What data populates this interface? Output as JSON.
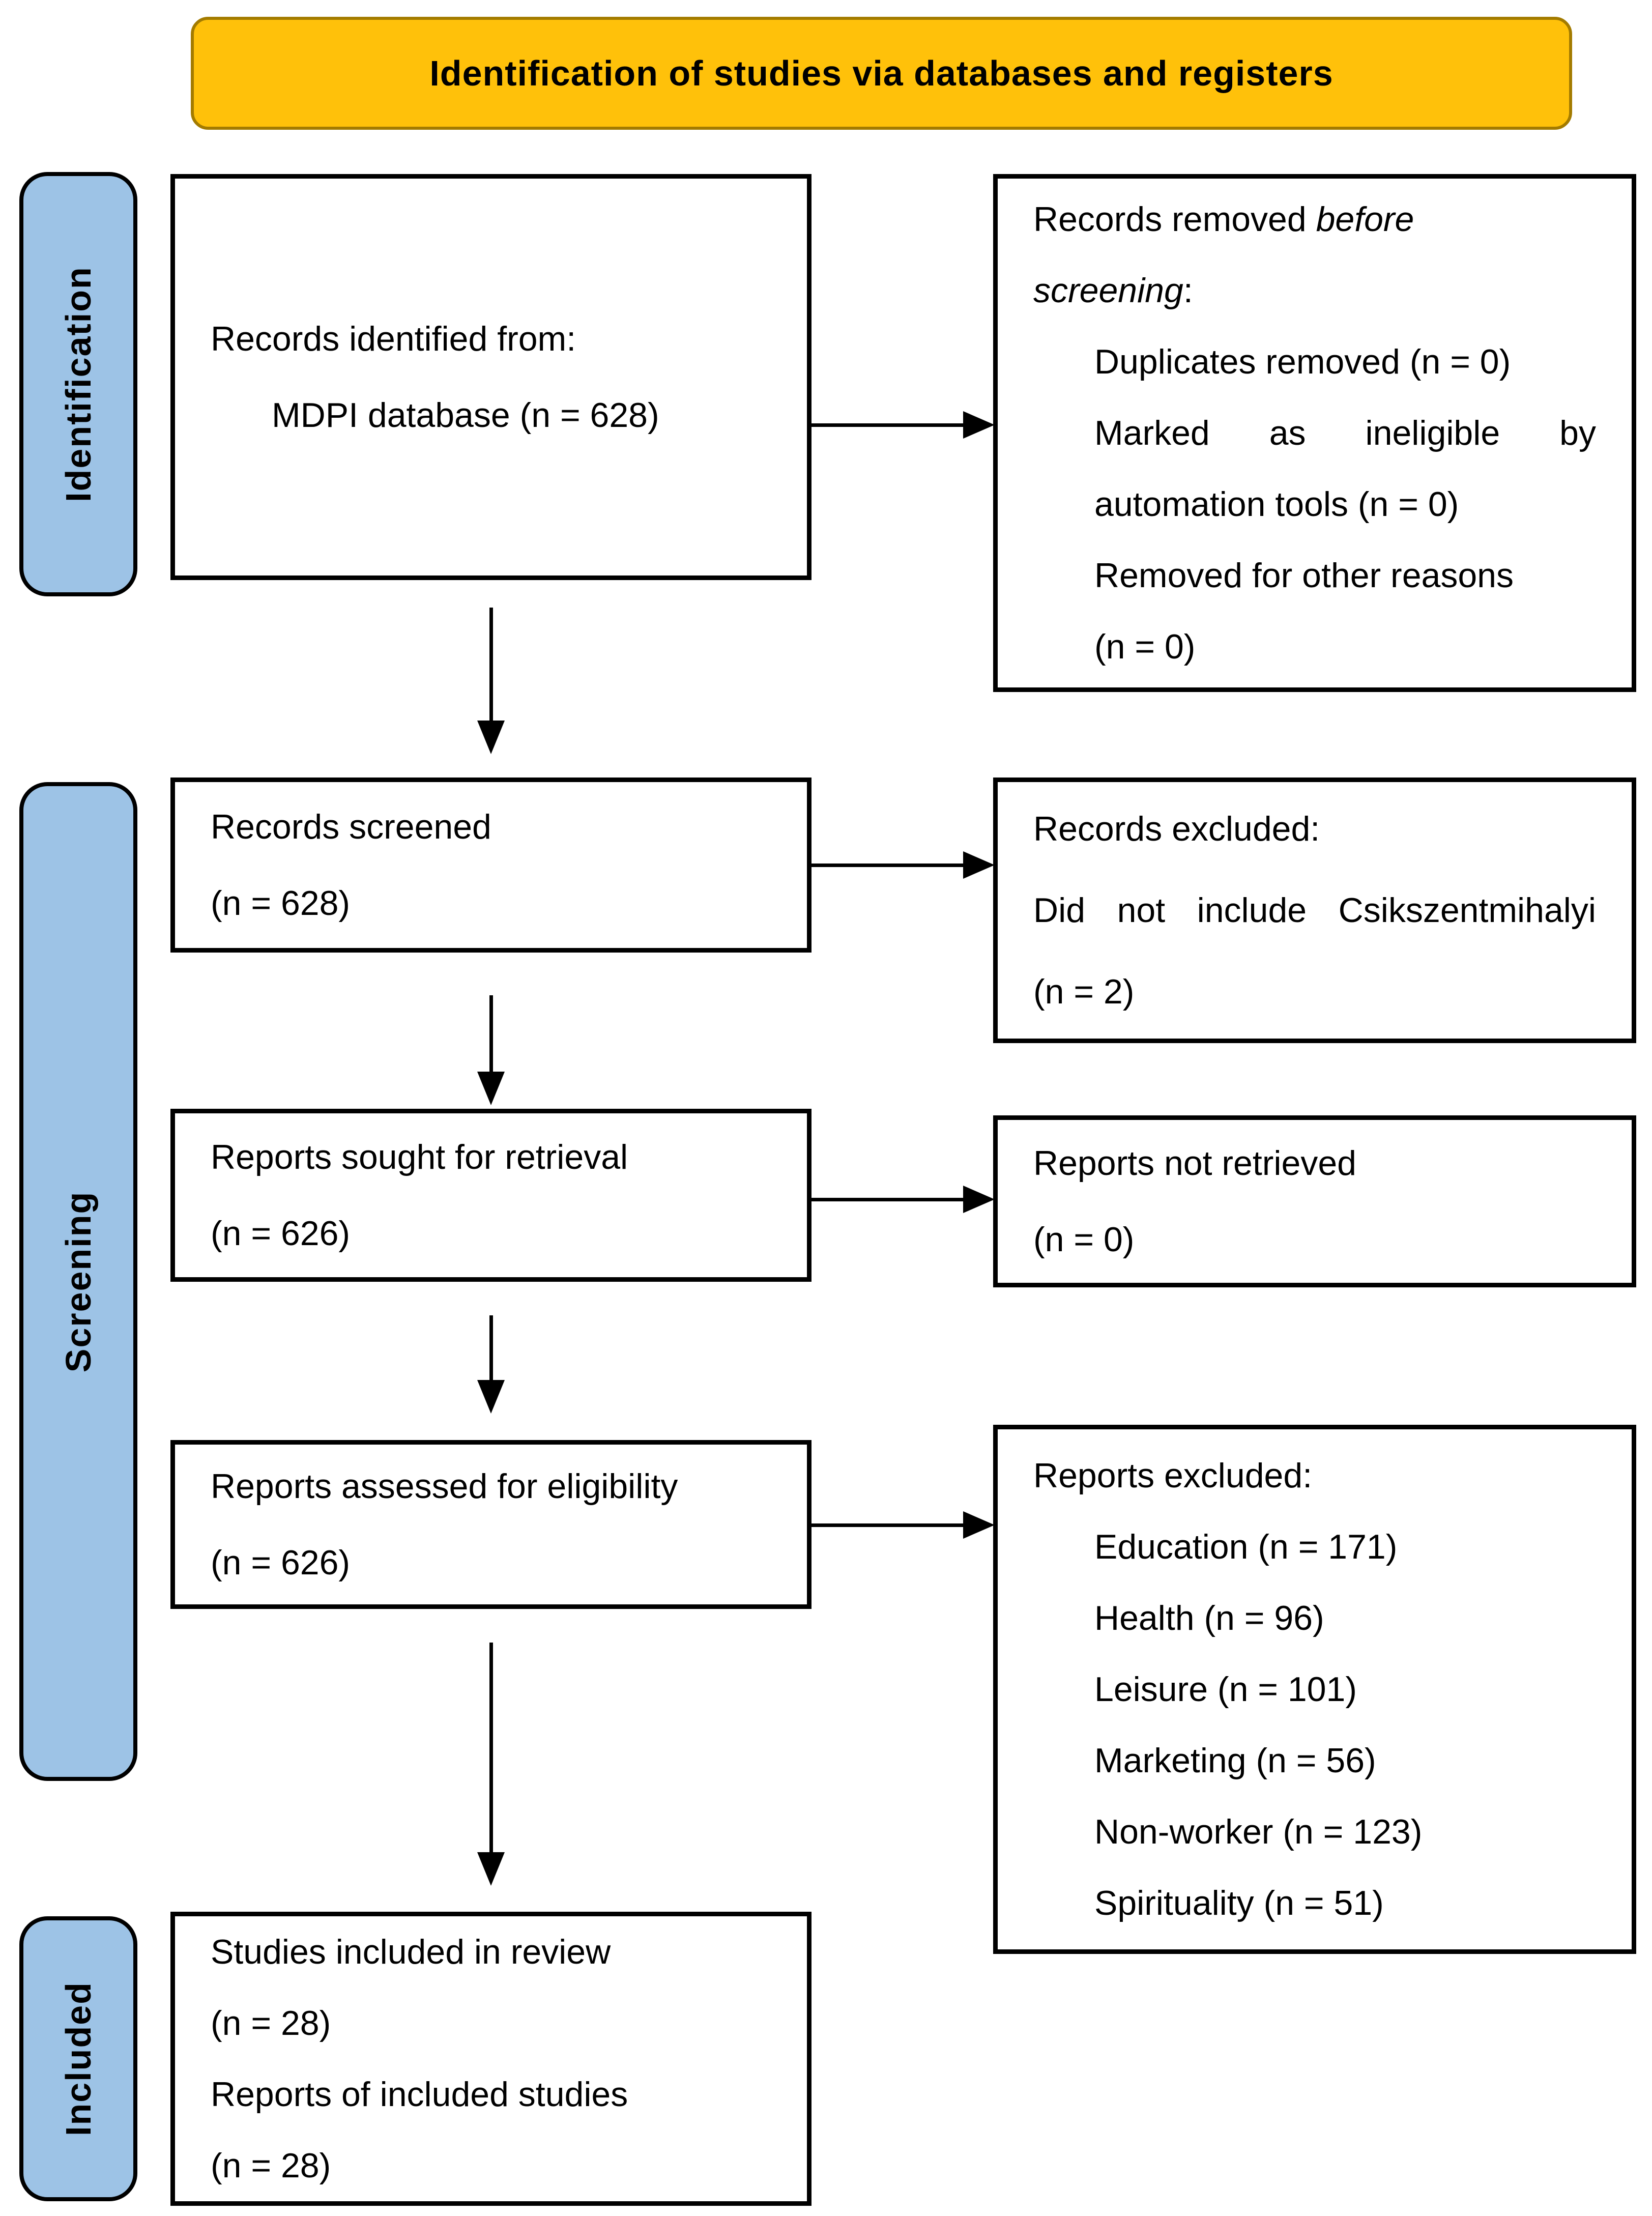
{
  "banner": {
    "title": "Identification of studies via databases and registers"
  },
  "colors": {
    "banner_fill": "#FFC10A",
    "banner_border": "#A37B00",
    "stage_fill": "#9DC3E6",
    "line_color": "#000000"
  },
  "stages": [
    {
      "label": "Identification"
    },
    {
      "label": "Screening"
    },
    {
      "label": "Included"
    }
  ],
  "boxes": {
    "identified": {
      "lines": [
        {
          "text": "Records identified from:"
        },
        {
          "text": "MDPI database (n = 628)",
          "indent": true
        }
      ]
    },
    "removed": {
      "lines": [
        {
          "segments": [
            {
              "text": "Records removed ",
              "italic": false
            },
            {
              "text": "before",
              "italic": true
            }
          ]
        },
        {
          "segments": [
            {
              "text": "screening",
              "italic": true
            },
            {
              "text": ":",
              "italic": false
            }
          ]
        },
        {
          "text": "Duplicates removed (n = 0)",
          "indent": true
        },
        {
          "text": "Marked as ineligible by",
          "indent": true,
          "justify": true
        },
        {
          "text": "automation tools (n = 0)",
          "indent": true
        },
        {
          "text": "Removed for other reasons",
          "indent": true
        },
        {
          "text": "(n = 0)",
          "indent": true
        }
      ]
    },
    "screened": {
      "lines": [
        {
          "text": "Records screened"
        },
        {
          "text": "(n = 628)"
        }
      ]
    },
    "records_excluded": {
      "lines": [
        {
          "text": "Records excluded:"
        },
        {
          "text": "Did not include Csikszentmihalyi",
          "justify": true
        },
        {
          "text": "(n = 2)"
        }
      ]
    },
    "sought": {
      "lines": [
        {
          "text": "Reports sought for retrieval"
        },
        {
          "text": "(n = 626)"
        }
      ]
    },
    "not_retrieved": {
      "lines": [
        {
          "text": "Reports not retrieved"
        },
        {
          "text": "(n = 0)"
        }
      ]
    },
    "assessed": {
      "lines": [
        {
          "text": "Reports assessed for eligibility"
        },
        {
          "text": "(n = 626)"
        }
      ]
    },
    "reports_excluded": {
      "lines": [
        {
          "text": "Reports excluded:"
        },
        {
          "text": "Education (n = 171)",
          "indent": true
        },
        {
          "text": "Health (n = 96)",
          "indent": true
        },
        {
          "text": "Leisure (n = 101)",
          "indent": true
        },
        {
          "text": "Marketing (n = 56)",
          "indent": true
        },
        {
          "text": "Non-worker (n = 123)",
          "indent": true
        },
        {
          "text": "Spirituality (n = 51)",
          "indent": true
        }
      ]
    },
    "included": {
      "lines": [
        {
          "text": "Studies included in review"
        },
        {
          "text": "(n = 28)"
        },
        {
          "text": "Reports of included studies"
        },
        {
          "text": "(n = 28)"
        }
      ]
    }
  }
}
